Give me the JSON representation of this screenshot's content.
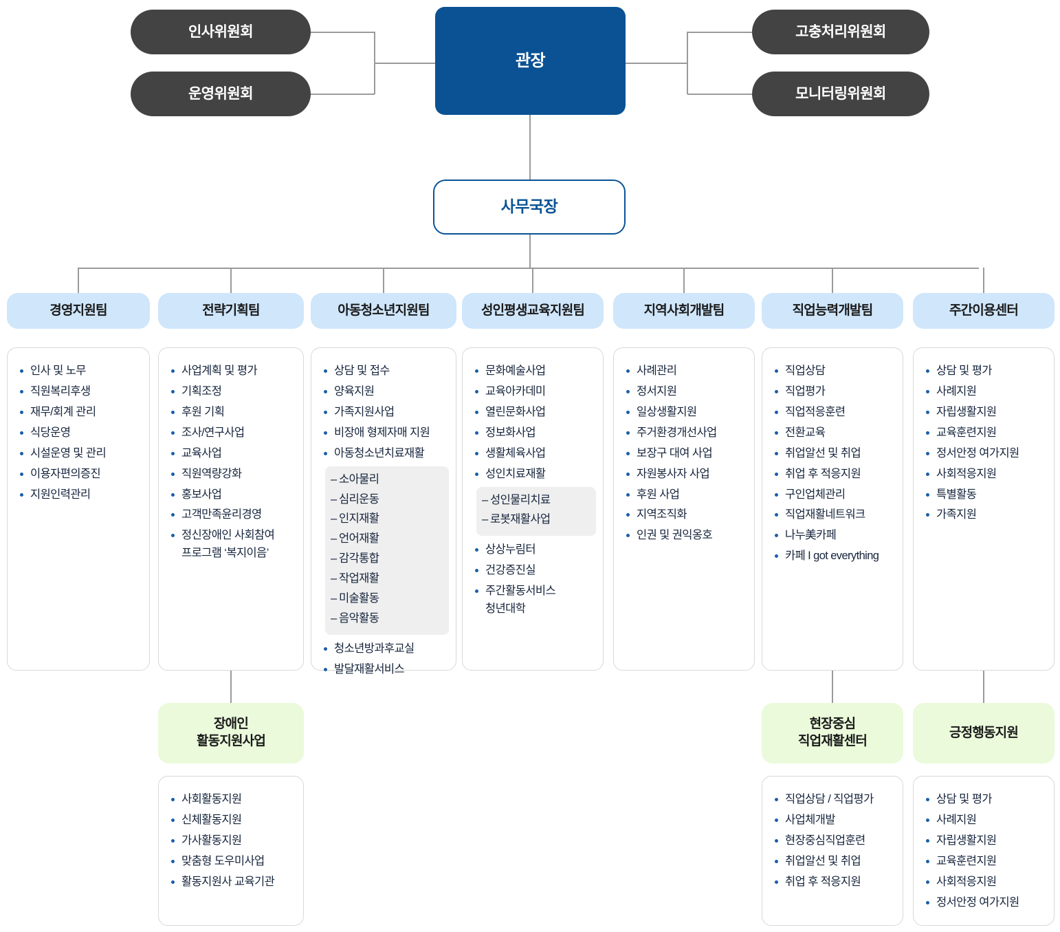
{
  "top": {
    "director": "관장",
    "secretary": "사무국장",
    "left_committees": [
      "인사위원회",
      "운영위원회"
    ],
    "right_committees": [
      "고충처리위원회",
      "모니터링위원회"
    ]
  },
  "colors": {
    "director_bg": "#0a5293",
    "committee_bg": "#434343",
    "team_head_bg": "#cfe6fb",
    "unit_head_bg": "#eafadb",
    "panel_border": "#d8d8d8",
    "bullet": "#1a5ea8",
    "connector": "#9a9a9a",
    "subgroup_bg": "#efefef"
  },
  "teams": [
    {
      "name": "경영지원팀",
      "items": [
        "인사 및 노무",
        "직원복리후생",
        "재무/회계 관리",
        "식당운영",
        "시설운영 및 관리",
        "이용자편의증진",
        "지원인력관리"
      ]
    },
    {
      "name": "전략기획팀",
      "items": [
        "사업계획 및 평가",
        "기획조정",
        "후원 기획",
        "조사/연구사업",
        "교육사업",
        "직원역량강화",
        "홍보사업",
        "고객만족윤리경영",
        "정신장애인 사회참여"
      ],
      "continuation": "프로그램 ‘복지이음’"
    },
    {
      "name": "아동청소년지원팀",
      "items": [
        "상담 및 접수",
        "양육지원",
        "가족지원사업",
        "비장애 형제자매 지원",
        "아동청소년치료재활"
      ],
      "subgroup": [
        "소아물리",
        "심리운동",
        "인지재활",
        "언어재활",
        "감각통합",
        "작업재활",
        "미술활동",
        "음악활동"
      ],
      "items_after": [
        "청소년방과후교실",
        "발달재활서비스"
      ]
    },
    {
      "name": "성인평생교육지원팀",
      "items": [
        "문화예술사업",
        "교육아카데미",
        "열린문화사업",
        "정보화사업",
        "생활체육사업",
        "성인치료재활"
      ],
      "subgroup": [
        "성인물리치료",
        "로봇재활사업"
      ],
      "items_after": [
        "상상누림터",
        "건강증진실",
        "주간활동서비스"
      ],
      "continuation": "청년대학"
    },
    {
      "name": "지역사회개발팀",
      "items": [
        "사례관리",
        "정서지원",
        "일상생활지원",
        "주거환경개선사업",
        "보장구 대여 사업",
        "자원봉사자 사업",
        "후원 사업",
        "지역조직화",
        "인권 및 권익옹호"
      ]
    },
    {
      "name": "직업능력개발팀",
      "items": [
        "직업상담",
        "직업평가",
        "직업적응훈련",
        "전환교육",
        "취업알선 및 취업",
        "취업 후 적응지원",
        "구인업체관리",
        "직업재활네트워크",
        "나누美카페",
        "카페 I got everything"
      ]
    },
    {
      "name": "주간이용센터",
      "items": [
        "상담 및 평가",
        "사례지원",
        "자립생활지원",
        "교육훈련지원",
        "정서안정 여가지원",
        "사회적응지원",
        "특별활동",
        "가족지원"
      ]
    }
  ],
  "units": [
    {
      "parent_index": 1,
      "title_lines": [
        "장애인",
        "활동지원사업"
      ],
      "items": [
        "사회활동지원",
        "신체활동지원",
        "가사활동지원",
        "맞춤형 도우미사업",
        "활동지원사 교육기관"
      ]
    },
    {
      "parent_index": 5,
      "title_lines": [
        "현장중심",
        "직업재활센터"
      ],
      "items": [
        "직업상담 / 직업평가",
        "사업체개발",
        "현장중심직업훈련",
        "취업알선 및 취업",
        "취업 후 적응지원"
      ]
    },
    {
      "parent_index": 6,
      "title_lines": [
        "긍정행동지원"
      ],
      "items": [
        "상담 및 평가",
        "사례지원",
        "자립생활지원",
        "교육훈련지원",
        "사회적응지원",
        "정서안정 여가지원"
      ]
    }
  ]
}
